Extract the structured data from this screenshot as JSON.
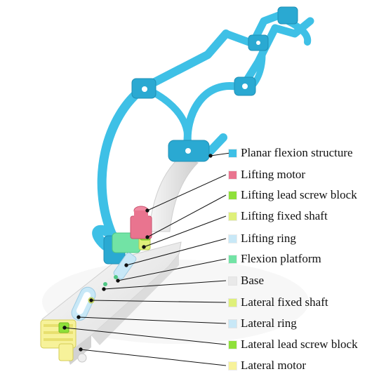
{
  "legend": {
    "items": [
      {
        "label": "Planar flexion structure",
        "color": "#3ec0e6"
      },
      {
        "label": "Lifting motor",
        "color": "#e9748f"
      },
      {
        "label": "Lifting lead screw block",
        "color": "#8fe03a"
      },
      {
        "label": "Lifting fixed shaft",
        "color": "#dff07a"
      },
      {
        "label": "Lifting ring",
        "color": "#c8e8f7"
      },
      {
        "label": "Flexion platform",
        "color": "#72e3a5"
      },
      {
        "label": "Base",
        "color": "#e9e9e9"
      },
      {
        "label": "Lateral fixed shaft",
        "color": "#dff07a"
      },
      {
        "label": "Lateral ring",
        "color": "#c8e8f7"
      },
      {
        "label": "Lateral lead screw block",
        "color": "#8fe03a"
      },
      {
        "label": "Lateral motor",
        "color": "#f7f29a"
      }
    ]
  }
}
